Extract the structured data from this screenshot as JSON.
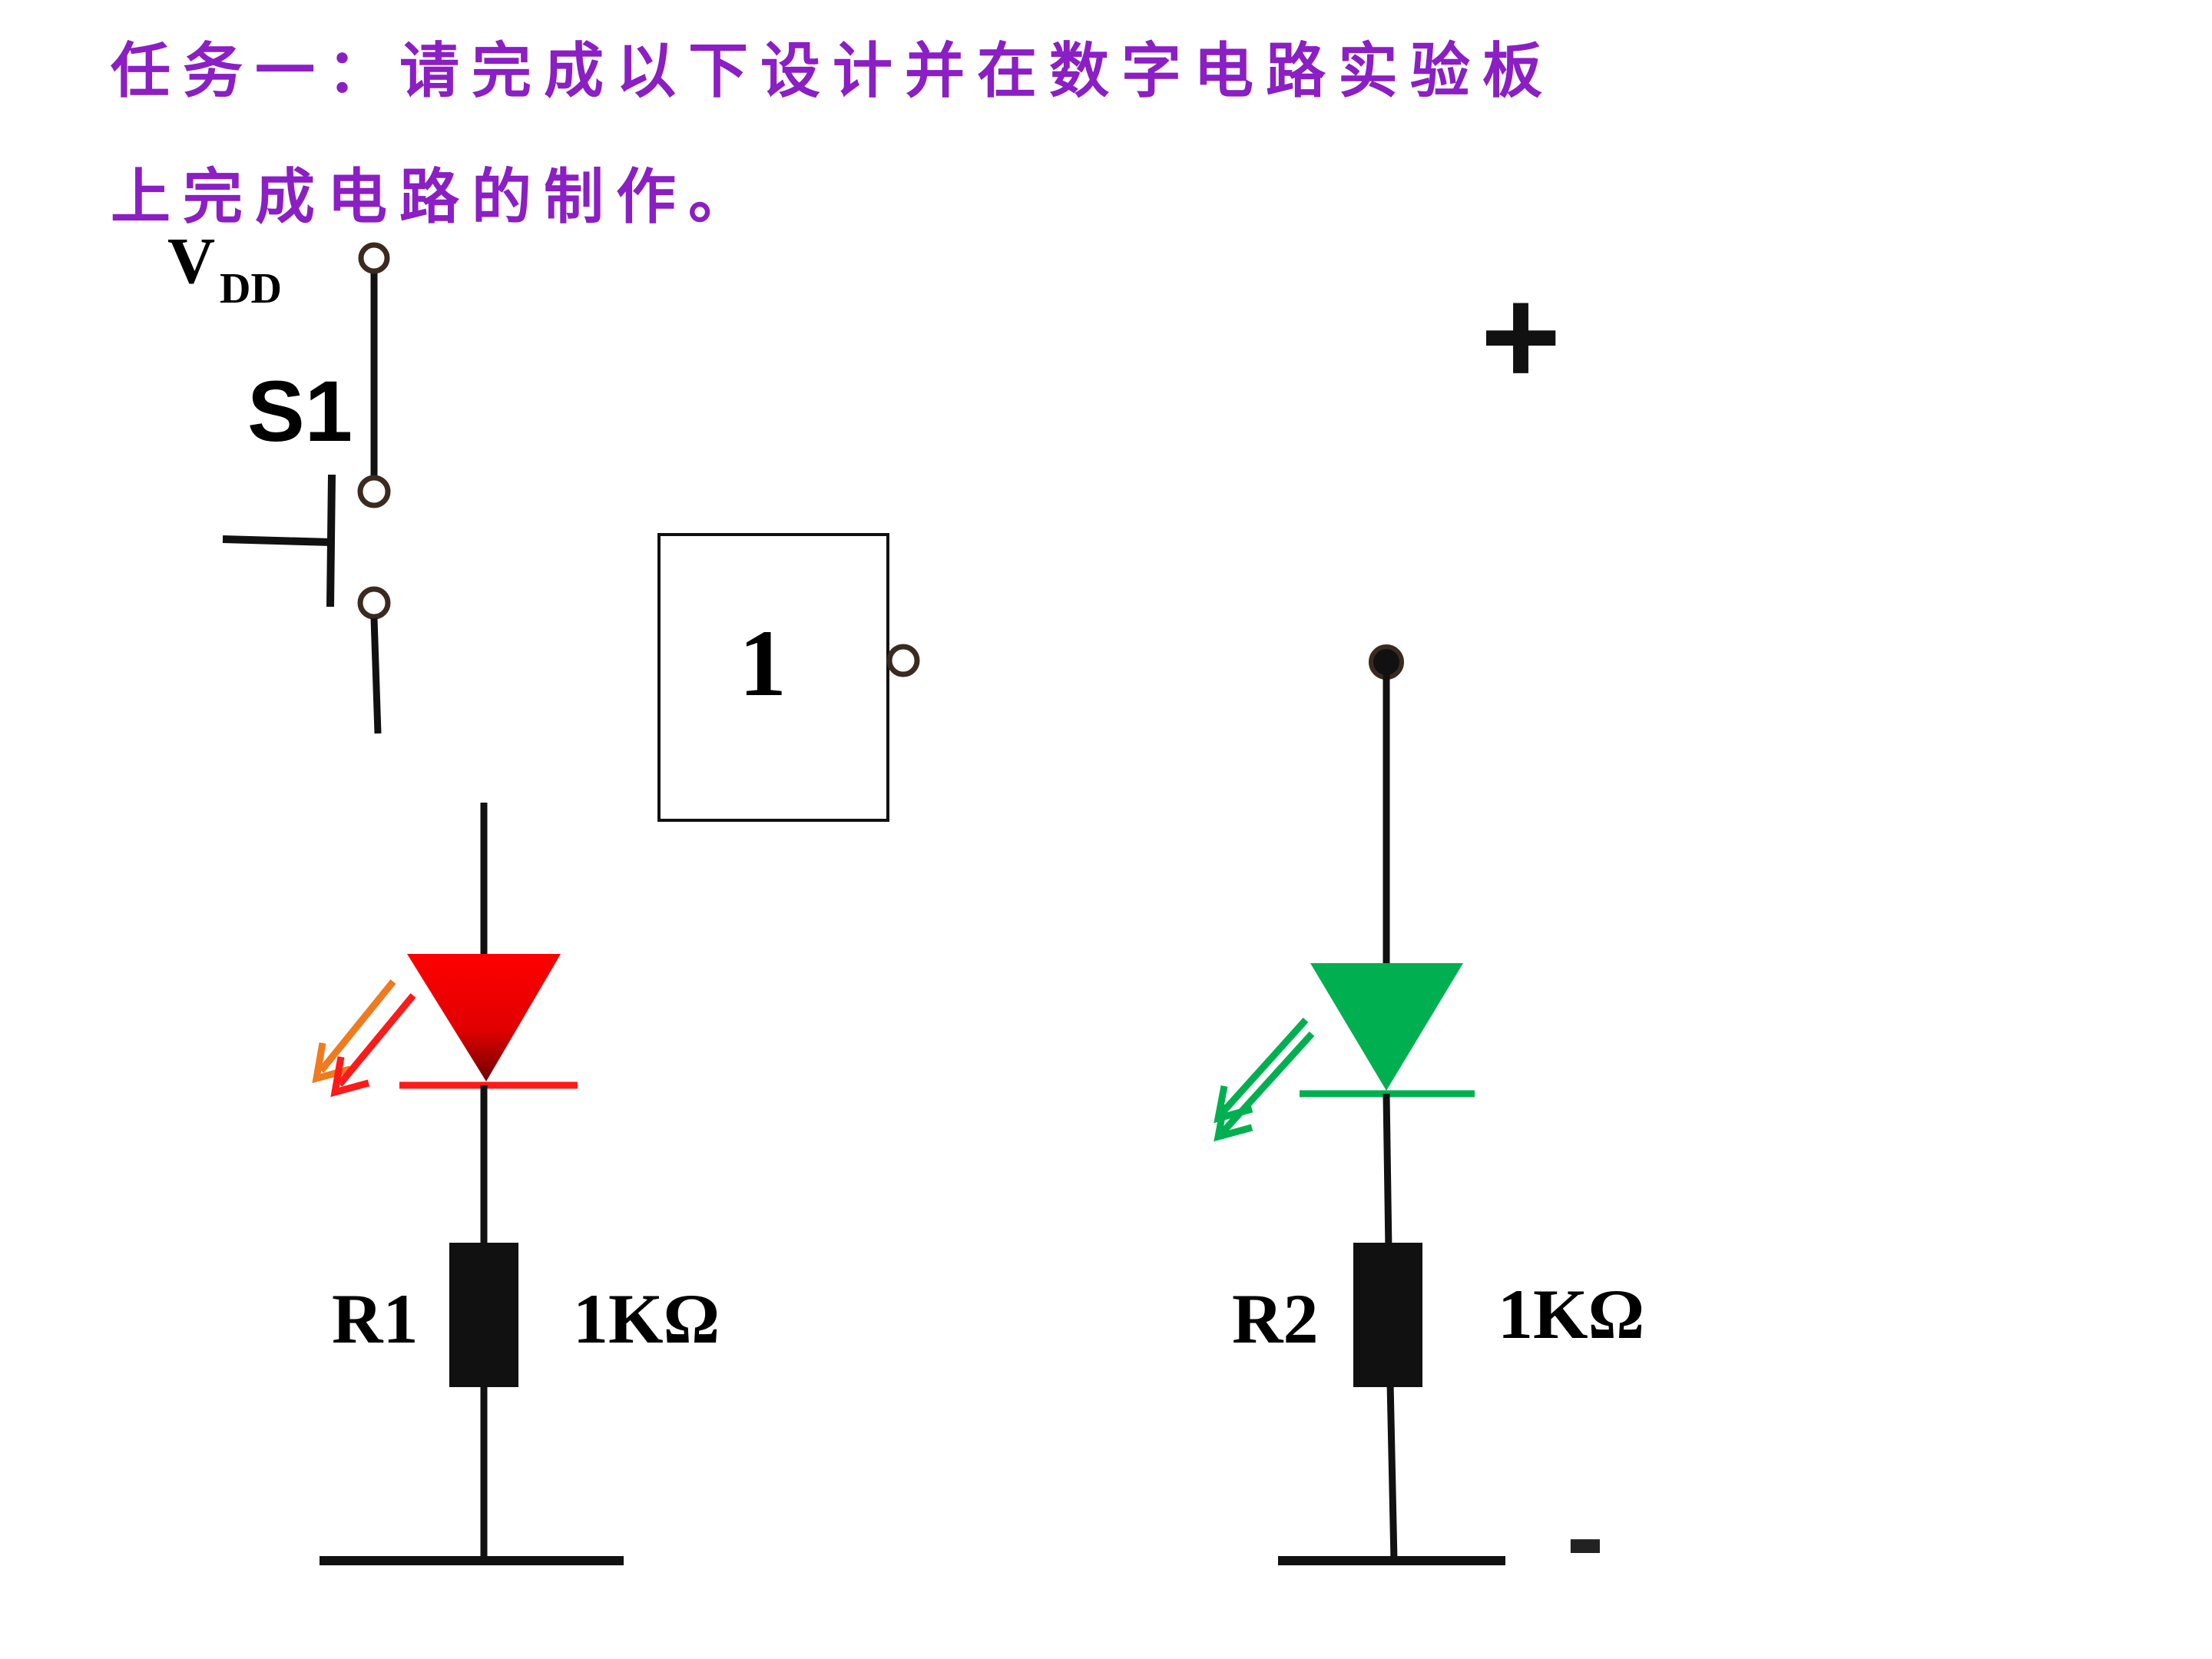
{
  "title": {
    "line1": "任务一：请完成以下设计并在数字电路实验板",
    "line2": "上完成电路的制作。",
    "color": "#8B1EC4"
  },
  "labels": {
    "vdd_main": "V",
    "vdd_sub": "DD",
    "switch": "S1",
    "gate": "1",
    "plus": "+",
    "minus": "-",
    "r1_name": "R1",
    "r1_value": "1KΩ",
    "r2_name": "R2",
    "r2_value": "1KΩ"
  },
  "colors": {
    "wire": "#111111",
    "led_red": "#FF0000",
    "led_red_dark": "#8B0000",
    "led_green": "#00B050",
    "arrow_orange": "#F07A1E",
    "arrow_red": "#FF1A1A",
    "arrow_green": "#00B050",
    "terminal": "#3B2A20"
  },
  "icons": {
    "vdd_terminal": "open-circle-terminal",
    "switch": "push-button-switch",
    "gate": "not-gate",
    "led_red": "led-red",
    "led_green": "led-green",
    "resistor": "resistor",
    "ground": "ground-bar"
  }
}
